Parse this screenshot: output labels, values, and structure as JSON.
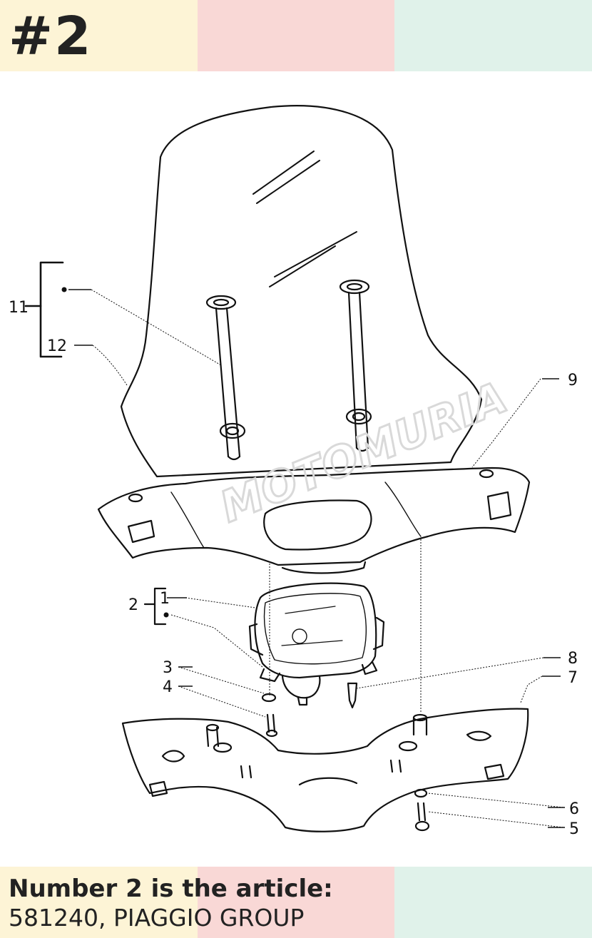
{
  "header": {
    "badge": "#2",
    "band_colors": [
      "#fdf4d6",
      "#f9d8d6",
      "#e0f2ea"
    ]
  },
  "diagram": {
    "callouts": [
      "1",
      "2",
      "3",
      "4",
      "5",
      "6",
      "7",
      "8",
      "9",
      "11",
      "12"
    ],
    "watermark": "MOTOMURIA",
    "line_color": "#111111"
  },
  "footer": {
    "title": "Number 2 is the article:",
    "subtitle": "581240, PIAGGIO GROUP",
    "band_colors": [
      "#fdf4d6",
      "#f9d8d6",
      "#e0f2ea"
    ]
  }
}
